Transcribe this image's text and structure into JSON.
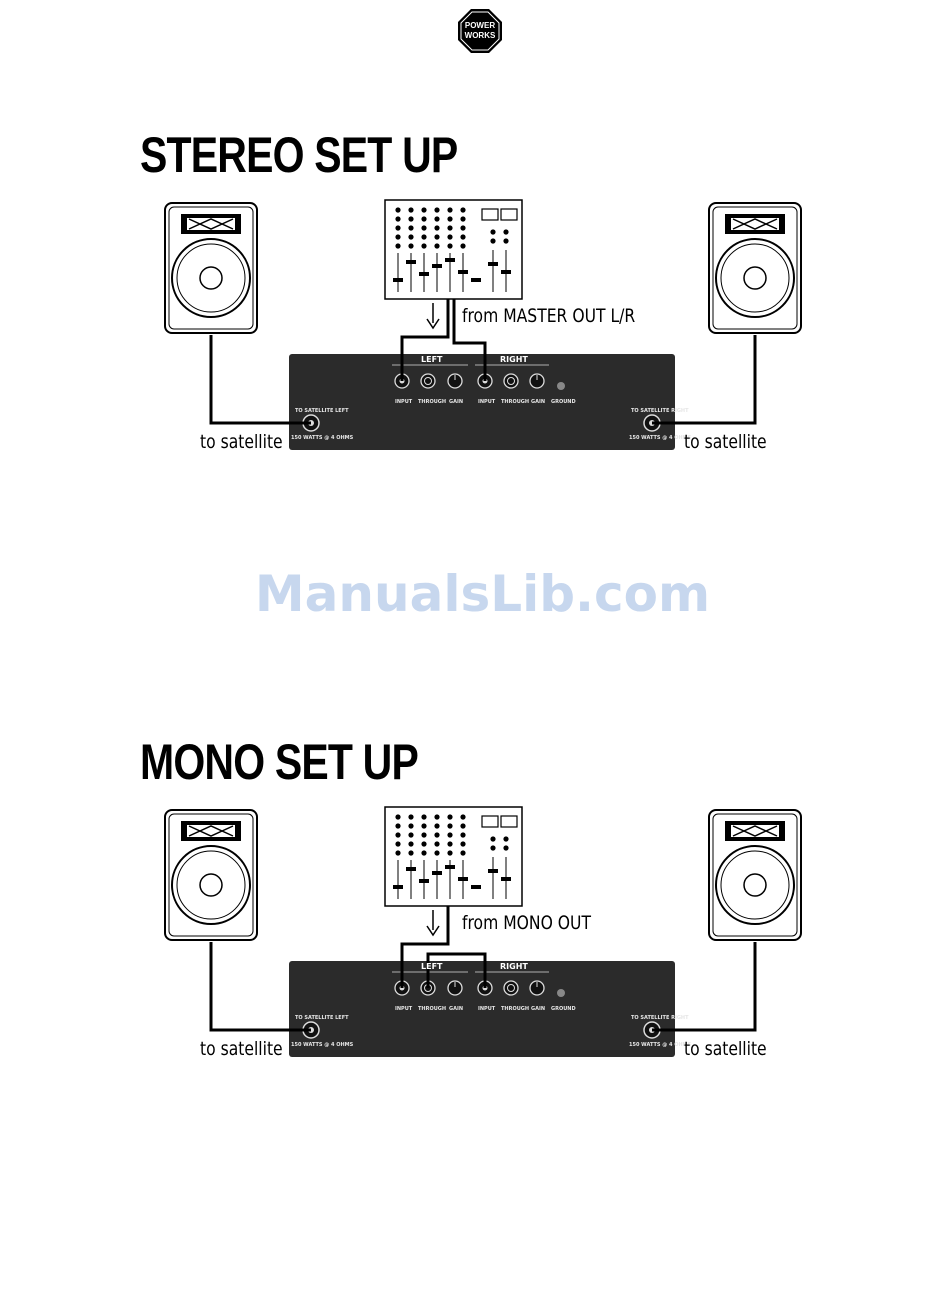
{
  "logo": {
    "line1": "POWER",
    "line2": "WORKS",
    "icon": "power-works-octagon-logo"
  },
  "watermark": "ManualsLib.com",
  "sections": {
    "stereo": {
      "title": "STEREO SET UP",
      "source_label": "from MASTER OUT L/R",
      "left_satellite_label": "to satellite",
      "right_satellite_label": "to satellite",
      "amp": {
        "left_channel": "LEFT",
        "right_channel": "RIGHT",
        "input": "INPUT",
        "through": "THROUGH",
        "gain": "GAIN",
        "ground": "GROUND",
        "out_left": "TO SATELLITE LEFT",
        "out_right": "TO SATELLITE RIGHT",
        "power": "150 WATTS @ 4 OHMS"
      }
    },
    "mono": {
      "title": "MONO SET UP",
      "source_label": "from MONO OUT",
      "left_satellite_label": "to satellite",
      "right_satellite_label": "to satellite",
      "amp": {
        "left_channel": "LEFT",
        "right_channel": "RIGHT",
        "input": "INPUT",
        "through": "THROUGH",
        "gain": "GAIN",
        "ground": "GROUND",
        "out_left": "TO SATELLITE LEFT",
        "out_right": "TO SATELLITE RIGHT",
        "power": "150 WATTS @ 4 OHMS"
      }
    }
  },
  "colors": {
    "amp_panel": "#2b2b2b",
    "watermark": "#c7d7ee",
    "ink": "#000000"
  }
}
